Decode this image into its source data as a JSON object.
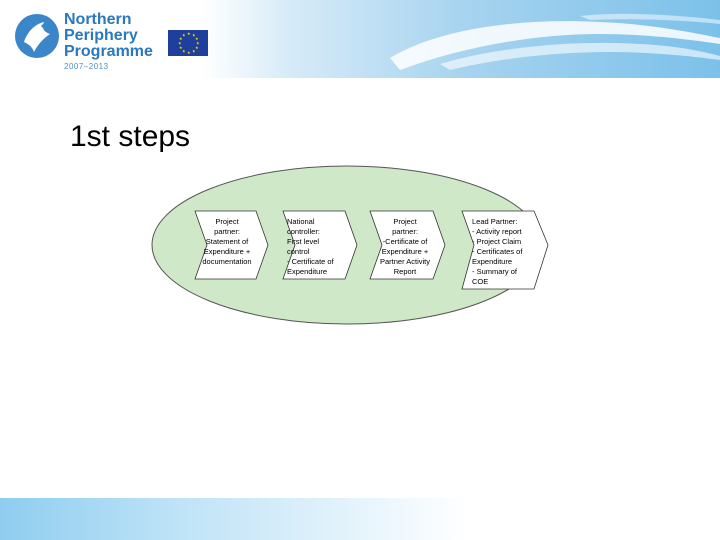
{
  "header": {
    "logo": {
      "line1": "Northern",
      "line2": "Periphery",
      "line3": "Programme",
      "years": "2007–2013"
    },
    "eu_flag_icon": "eu-flag-icon"
  },
  "slide": {
    "title": "1st steps",
    "steps": [
      {
        "text": "Project\npartner:\nStatement of\nExpenditure +\ndocumentation"
      },
      {
        "text": "National\ncontroller:\nFirst level\ncontrol\n- Certificate of\nExpenditure"
      },
      {
        "text": "Project\npartner:\n-Certificate of\nExpenditure +\nPartner Activity\nReport"
      },
      {
        "text": "Lead Partner:\n- Activity report\n- Project Claim\n- Certificates of\nExpenditure\n- Summary of\nCOE"
      }
    ]
  },
  "colors": {
    "brand_blue": "#2a78bd",
    "ellipse_fill": "#cfe8c8",
    "arrow_fill": "#ffffff",
    "eu_blue": "#1f3f9c",
    "eu_star": "#ffdd00"
  }
}
